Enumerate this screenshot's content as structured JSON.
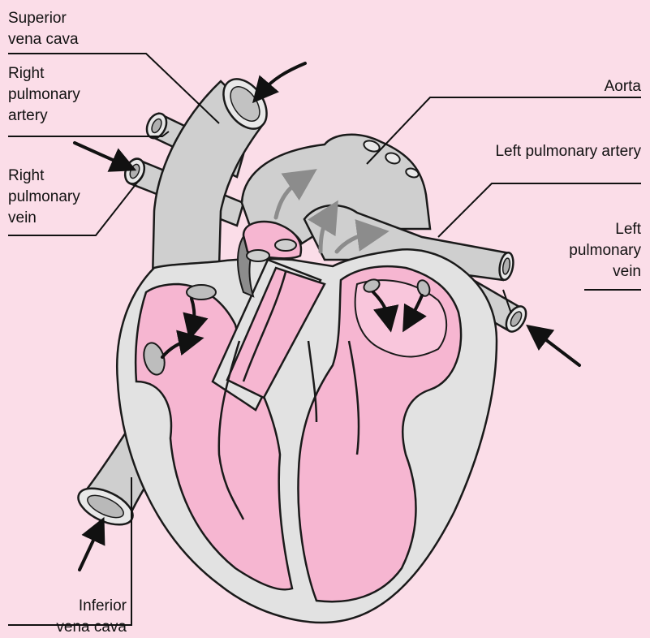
{
  "labels": {
    "superior_vena_cava": [
      "Superior",
      "vena cava"
    ],
    "right_pulmonary_artery": [
      "Right",
      "pulmonary",
      "artery"
    ],
    "right_pulmonary_vein": [
      "Right",
      "pulmonary",
      "vein"
    ],
    "aorta": [
      "Aorta"
    ],
    "left_pulmonary_artery": [
      "Left pulmonary artery"
    ],
    "left_pulmonary_vein": [
      "Left",
      "pulmonary",
      "vein"
    ],
    "inferior_vena_cava": [
      "Inferior",
      "vena cava"
    ]
  },
  "colors": {
    "background": "#fbdde8",
    "vessel_grey": "#cfcfcf",
    "wall_light": "#e2e2e2",
    "chamber_pink": "#f6b6d1",
    "outline": "#1a1a1a",
    "flow_arrow_grey": "#8c8c8c",
    "flow_arrow_black": "#111111"
  }
}
